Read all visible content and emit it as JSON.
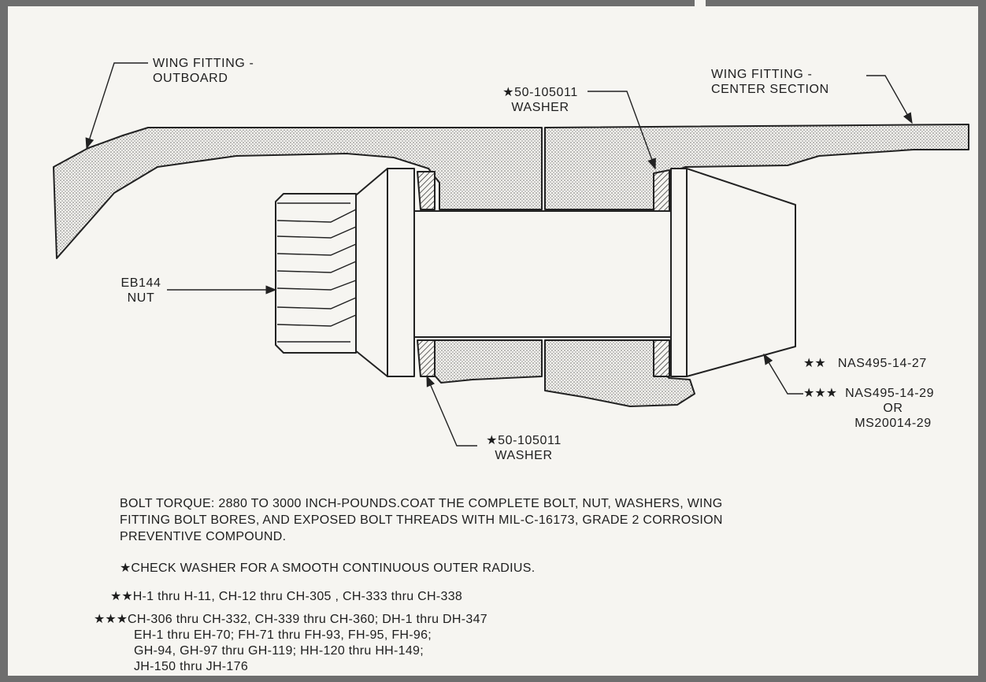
{
  "labels": {
    "wing_outboard": [
      "WING FITTING -",
      "OUTBOARD"
    ],
    "wing_center": [
      "WING FITTING -",
      "CENTER SECTION"
    ],
    "washer_top": [
      "★50-105011",
      "WASHER"
    ],
    "washer_bottom": [
      "★50-105011",
      "WASHER"
    ],
    "nut": [
      "EB144",
      "NUT"
    ],
    "bolt_option_2": "NAS495-14-27",
    "bolt_option_3": [
      "NAS495-14-29",
      "OR",
      "MS20014-29"
    ]
  },
  "stars": {
    "one": "★",
    "two": "★★",
    "three": "★★★"
  },
  "notes": {
    "torque": [
      "BOLT TORQUE: 2880 TO 3000 INCH-POUNDS.COAT THE COMPLETE BOLT, NUT, WASHERS, WING",
      "FITTING BOLT BORES, AND EXPOSED BOLT THREADS WITH MIL-C-16173, GRADE 2 CORROSION",
      "PREVENTIVE COMPOUND."
    ],
    "check_washer": "CHECK WASHER FOR A SMOOTH CONTINUOUS OUTER RADIUS.",
    "effectivity_two": "H-1  thru  H-11,  CH-12  thru  CH-305  ,  CH-333  thru  CH-338",
    "effectivity_three": [
      "CH-306  thru  CH-332,  CH-339  thru  CH-360;  DH-1  thru  DH-347",
      "EH-1  thru  EH-70;  FH-71  thru  FH-93,  FH-95,  FH-96;",
      "GH-94,  GH-97  thru  GH-119;  HH-120  thru  HH-149;",
      "JH-150  thru  JH-176"
    ]
  }
}
